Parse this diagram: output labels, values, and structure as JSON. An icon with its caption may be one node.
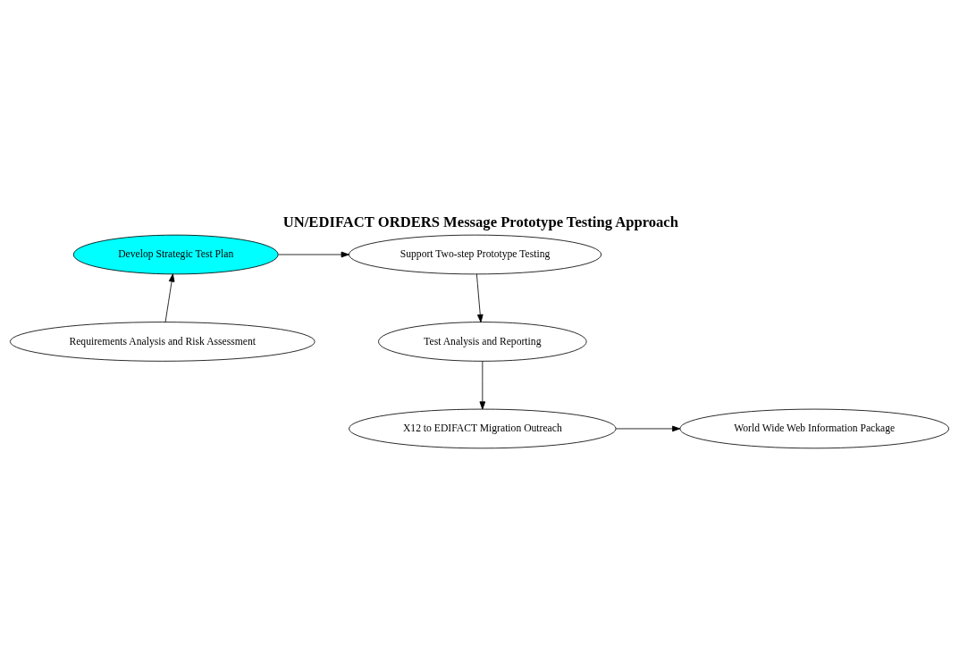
{
  "diagram": {
    "title": "UN/EDIFACT ORDERS Message Prototype Testing Approach",
    "nodes": [
      {
        "text": [
          "Develop Strategic Test Plan"
        ]
      },
      {
        "text": [
          "Support Two-step Prototype Testing"
        ]
      },
      {
        "text": [
          "Test Analysis and Reporting"
        ]
      },
      {
        "text": [
          "X12 to EDIFACT Migration Outreach"
        ]
      },
      {
        "text": [
          "World Wide Web Information Package"
        ]
      },
      {
        "text": [
          "Requirements Analysis and Risk Assessment"
        ]
      }
    ],
    "edges": [
      {
        "from": 0,
        "to": 1,
        "arrow": "to"
      },
      {
        "from": 1,
        "to": 2,
        "arrow": "to"
      },
      {
        "from": 2,
        "to": 3,
        "arrow": "to"
      },
      {
        "from": 3,
        "to": 4,
        "arrow": "to"
      },
      {
        "from": 5,
        "to": 0,
        "arrow": "to"
      }
    ]
  }
}
